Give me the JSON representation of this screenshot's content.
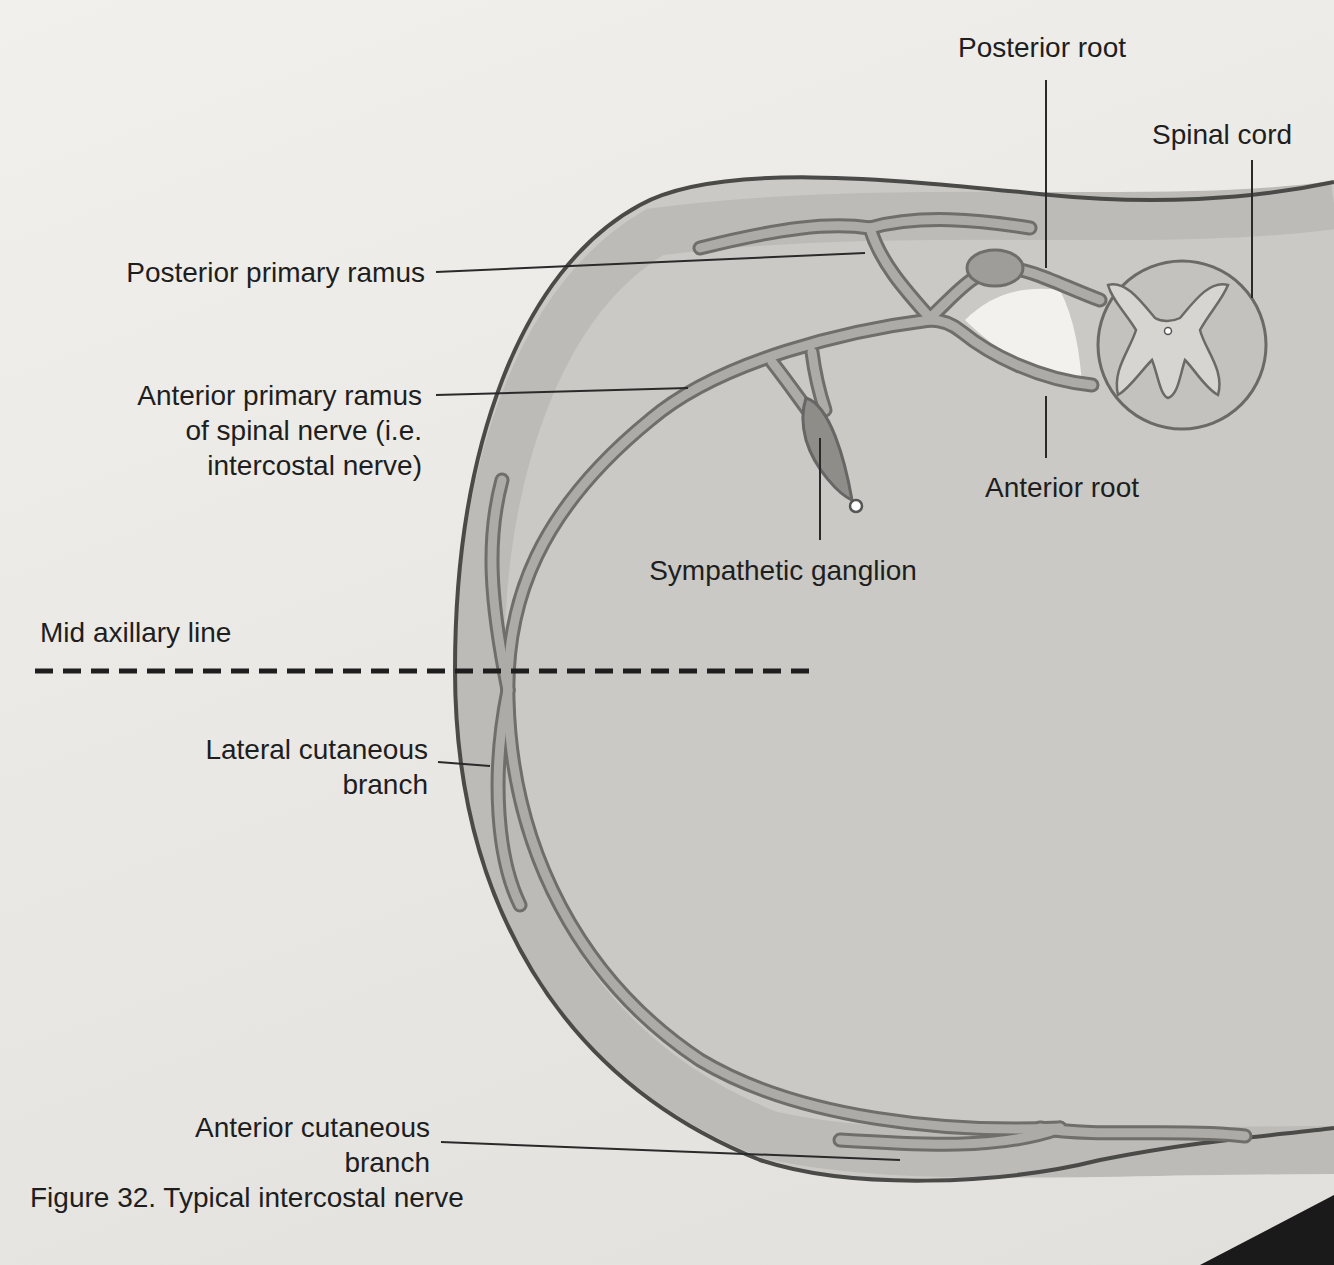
{
  "diagram": {
    "caption": "Figure 32. Typical intercostal nerve",
    "labels": [
      "Posterior root",
      "Spinal cord",
      "Posterior primary ramus",
      "Anterior primary ramus of spinal nerve (i.e. intercostal nerve)",
      "Anterior root",
      "Sympathetic ganglion",
      "Mid axillary line",
      "Lateral cutaneous branch",
      "Anterior cutaneous branch"
    ]
  }
}
